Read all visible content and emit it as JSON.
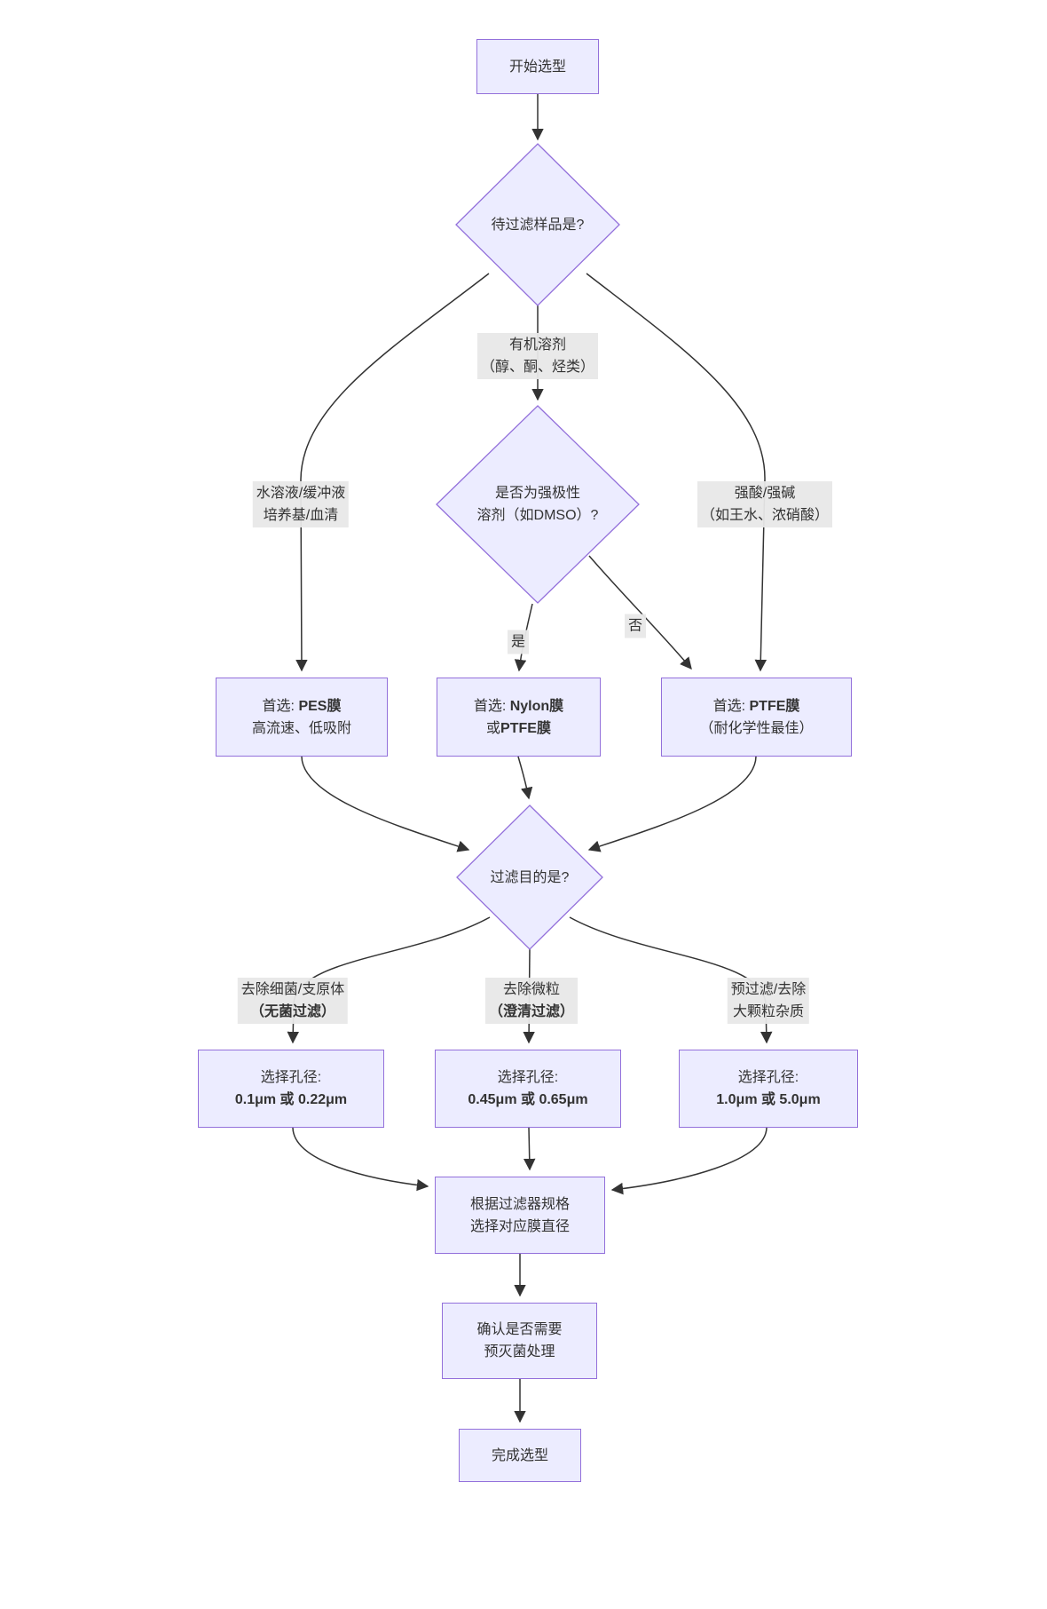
{
  "nodes": {
    "start": {
      "label": "开始选型"
    },
    "sample_q": {
      "label": "待过滤样品是?"
    },
    "polar_q": {
      "line1": "是否为强极性",
      "line2": "溶剂（如DMSO）?"
    },
    "pes": {
      "line1_prefix": "首选: ",
      "line1_bold": "PES膜",
      "line2": "高流速、低吸附"
    },
    "nylon": {
      "line1_prefix": "首选: ",
      "line1_bold": "Nylon膜",
      "line2_prefix": "或",
      "line2_bold": "PTFE膜"
    },
    "ptfe": {
      "line1_prefix": "首选: ",
      "line1_bold": "PTFE膜",
      "line2": "（耐化学性最佳）"
    },
    "purpose_q": {
      "label": "过滤目的是?"
    },
    "pore_sterile": {
      "line1": "选择孔径:",
      "line2": "0.1μm 或 0.22μm"
    },
    "pore_clarify": {
      "line1": "选择孔径:",
      "line2": "0.45μm 或 0.65μm"
    },
    "pore_prefilter": {
      "line1": "选择孔径:",
      "line2": "1.0μm 或 5.0μm"
    },
    "diameter": {
      "line1": "根据过滤器规格",
      "line2": "选择对应膜直径"
    },
    "presterilize": {
      "line1": "确认是否需要",
      "line2": "预灭菌处理"
    },
    "done": {
      "label": "完成选型"
    }
  },
  "edge_labels": {
    "aqueous": {
      "line1": "水溶液/缓冲液",
      "line2": "培养基/血清"
    },
    "organic": {
      "line1": "有机溶剂",
      "line2": "（醇、酮、烃类）"
    },
    "acid": {
      "line1": "强酸/强碱",
      "line2": "（如王水、浓硝酸）"
    },
    "yes": {
      "label": "是"
    },
    "no": {
      "label": "否"
    },
    "sterile": {
      "line1": "去除细菌/支原体",
      "line2": "（无菌过滤）"
    },
    "clarify": {
      "line1": "去除微粒",
      "line2": "（澄清过滤）"
    },
    "prefilter": {
      "line1": "预过滤/去除",
      "line2": "大颗粒杂质"
    }
  },
  "colors": {
    "node_fill": "#ECECFF",
    "node_border": "#9370DB",
    "edge": "#333333",
    "label_bg": "#E8E8E8",
    "text": "#333333"
  }
}
